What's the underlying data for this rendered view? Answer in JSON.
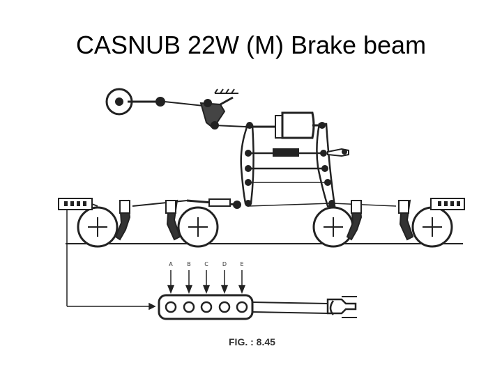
{
  "slide": {
    "title": "CASNUB 22W (M) Brake beam",
    "caption": "FIG. : 8.45"
  },
  "diagram": {
    "connector_labels": [
      "A",
      "B",
      "C",
      "D",
      "E"
    ]
  }
}
